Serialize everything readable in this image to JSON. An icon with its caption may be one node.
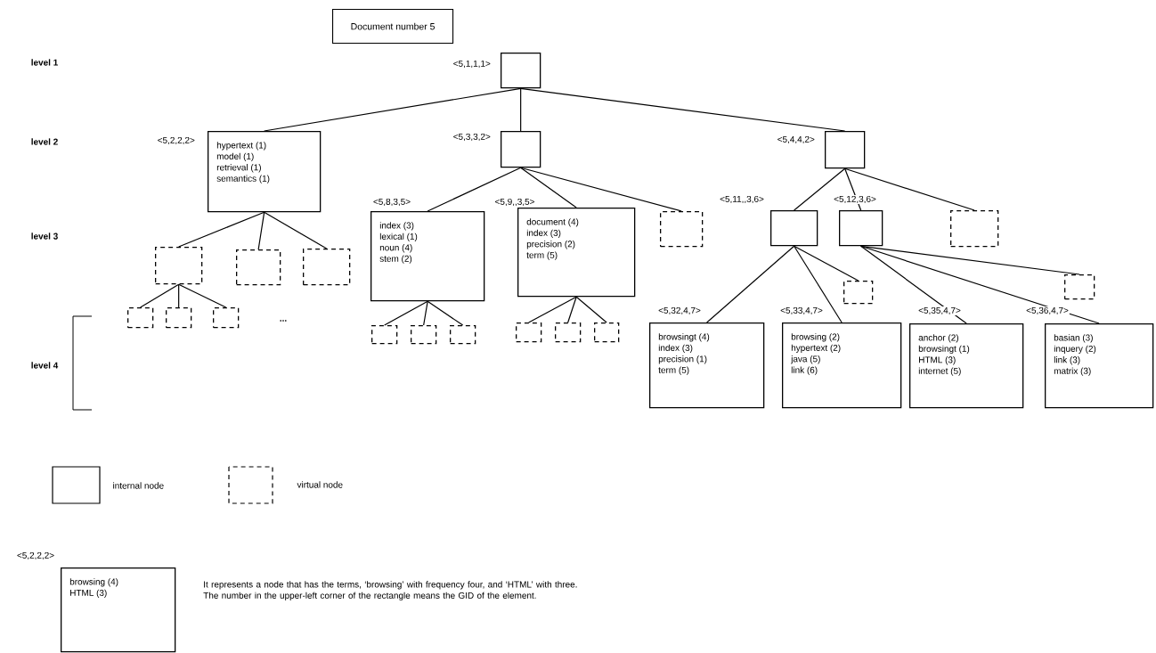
{
  "diagram": {
    "nodes": [
      {
        "text": [
          "Document number 5"
        ]
      },
      {
        "text": [],
        "shape": "box",
        "beside": [
          "<5,1,1,1>"
        ]
      },
      {
        "text": [
          "hypertext (1)",
          "model (1)",
          "retrieval (1)",
          "semantics (1)"
        ],
        "beside": [
          "<5,2,2,2>"
        ]
      },
      {
        "text": [],
        "shape": "box",
        "beside": [
          "<5,3,3,2>"
        ]
      },
      {
        "text": [],
        "shape": "box",
        "beside": [
          "<5,4,4,2>"
        ]
      },
      {
        "text": [],
        "shape": "dashed-box"
      },
      {
        "text": [],
        "shape": "dashed-box"
      },
      {
        "text": [],
        "shape": "dashed-box"
      },
      {
        "text": [],
        "shape": "dashed-box"
      },
      {
        "text": [],
        "shape": "dashed-box"
      },
      {
        "text": [],
        "shape": "dashed-box"
      },
      {
        "text": [
          "index (3)",
          "lexical (1)",
          "noun (4)",
          "stem (2)"
        ],
        "beside": [
          "<5,8,3,5>"
        ]
      },
      {
        "text": [
          "document (4)",
          "index (3)",
          "precision (2)",
          "term (5)"
        ],
        "beside": [
          "<5,9,,3,5>"
        ]
      },
      {
        "text": [],
        "shape": "dashed-box"
      },
      {
        "text": [],
        "shape": "dashed-box"
      },
      {
        "text": [],
        "shape": "dashed-box"
      },
      {
        "text": [],
        "shape": "dashed-box"
      },
      {
        "text": [],
        "shape": "dashed-box"
      },
      {
        "text": [],
        "shape": "dashed-box"
      },
      {
        "text": [],
        "shape": "dashed-box"
      },
      {
        "text": [],
        "shape": "box",
        "beside": [
          "<5,11,,3,6>"
        ]
      },
      {
        "text": [],
        "shape": "box",
        "beside": [
          "<5,12,3,6>"
        ]
      },
      {
        "text": [],
        "shape": "dashed-box"
      },
      {
        "text": [
          "browsingt (4)",
          "index (3)",
          "precision (1)",
          "term (5)"
        ],
        "beside": [
          "<5,32,4,7>"
        ]
      },
      {
        "text": [
          "browsing (2)",
          "hypertext (2)",
          "java (5)",
          "link (6)"
        ],
        "beside": [
          "<5,33,4,7>"
        ]
      },
      {
        "text": [],
        "shape": "dashed-box"
      },
      {
        "text": [
          "anchor (2)",
          "browsingt (1)",
          "HTML (3)",
          "internet (5)"
        ],
        "beside": [
          "<5,35,4,7>"
        ]
      },
      {
        "text": [
          "basian (3)",
          "inquery (2)",
          "link (3)",
          "matrix (3)"
        ],
        "beside": [
          "<5,36,4,7>"
        ]
      },
      {
        "text": [],
        "shape": "dashed-box"
      },
      {
        "text": [
          "browsing (4)",
          "HTML (3)"
        ],
        "beside": [
          "<5,2,2,2>"
        ]
      }
    ],
    "edges": [
      {
        "from": 1,
        "to": 2,
        "arrow": "none"
      },
      {
        "from": 1,
        "to": 3,
        "arrow": "none"
      },
      {
        "from": 1,
        "to": 4,
        "arrow": "none"
      },
      {
        "from": 2,
        "to": 5,
        "arrow": "none"
      },
      {
        "from": 2,
        "to": 6,
        "arrow": "none"
      },
      {
        "from": 2,
        "to": 7,
        "arrow": "none"
      },
      {
        "from": 5,
        "to": 8,
        "arrow": "none"
      },
      {
        "from": 5,
        "to": 9,
        "arrow": "none"
      },
      {
        "from": 5,
        "to": 10,
        "arrow": "none"
      },
      {
        "from": 3,
        "to": 11,
        "arrow": "none"
      },
      {
        "from": 3,
        "to": 12,
        "arrow": "none"
      },
      {
        "from": 3,
        "to": 13,
        "arrow": "none"
      },
      {
        "from": 11,
        "to": 14,
        "arrow": "none"
      },
      {
        "from": 11,
        "to": 15,
        "arrow": "none"
      },
      {
        "from": 11,
        "to": 16,
        "arrow": "none"
      },
      {
        "from": 12,
        "to": 17,
        "arrow": "none"
      },
      {
        "from": 12,
        "to": 18,
        "arrow": "none"
      },
      {
        "from": 12,
        "to": 19,
        "arrow": "none"
      },
      {
        "from": 4,
        "to": 20,
        "arrow": "none"
      },
      {
        "from": 4,
        "to": 21,
        "arrow": "none"
      },
      {
        "from": 4,
        "to": 22,
        "arrow": "none"
      },
      {
        "from": 20,
        "to": 23,
        "arrow": "none"
      },
      {
        "from": 20,
        "to": 24,
        "arrow": "none"
      },
      {
        "from": 20,
        "to": 25,
        "arrow": "none"
      },
      {
        "from": 21,
        "to": 26,
        "arrow": "none"
      },
      {
        "from": 21,
        "to": 27,
        "arrow": "none"
      },
      {
        "from": 21,
        "to": 28,
        "arrow": "none"
      }
    ],
    "labels": [
      "level 1",
      "level 2",
      "level 3",
      "...",
      "level 4",
      "It represents a node  that has the terms, ‘browsing’ with frequency four, and ‘HTML’ with three. The number in the upper-left corner of the rectangle means the GID of the element."
    ],
    "legend": [
      {
        "text": "internal node"
      },
      {
        "text": "virtual node"
      }
    ]
  }
}
